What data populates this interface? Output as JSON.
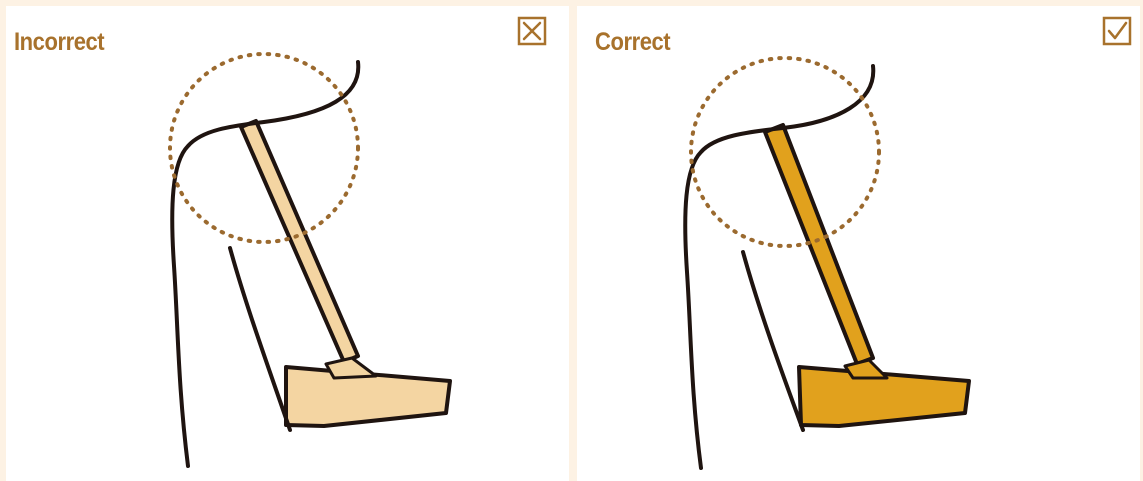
{
  "colors": {
    "page_background": "#fdf2e4",
    "panel_background": "#ffffff",
    "label_color": "#a8722c",
    "outline": "#1f1410",
    "dotted_circle": "#9b6a2f",
    "strap_incorrect": "#f4d5a2",
    "strap_correct": "#e1a11d"
  },
  "panels": [
    {
      "label": "Incorrect",
      "status_icon": "x-mark-box-icon",
      "strap_position": "off-shoulder, near neck"
    },
    {
      "label": "Correct",
      "status_icon": "checkmark-box-icon",
      "strap_position": "centered on shoulder"
    }
  ]
}
